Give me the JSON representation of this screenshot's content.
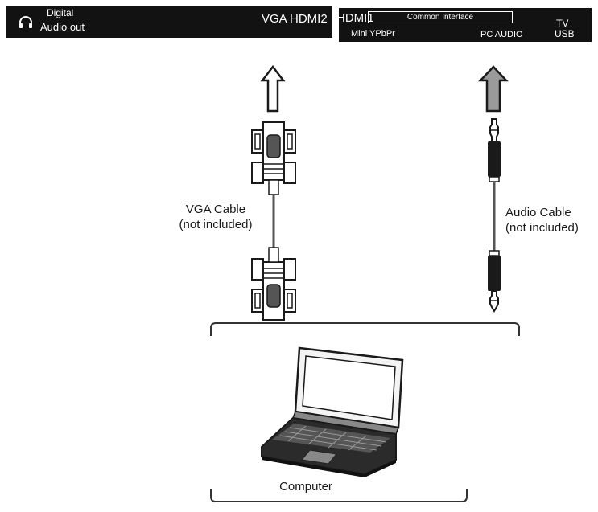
{
  "ports_panel_left": {
    "digital_audio_label": "Digital",
    "digital_audio_label_line2": "Audio out",
    "vga_label": "VGA",
    "hdmi2_label": "HDMI2",
    "hdmi1_label": "HDMI1",
    "headphone_icon": "headphone-icon"
  },
  "ports_panel_right": {
    "common_interface_label": "Common Interface",
    "mini_ypbpr_label": "Mini YPbPr",
    "pc_audio_label": "PC AUDIO",
    "tv_label": "TV",
    "usb_label": "USB"
  },
  "cables": {
    "vga_cable_line1": "VGA Cable",
    "vga_cable_line2": "(not included)",
    "audio_cable_line1": "Audio Cable",
    "audio_cable_line2": "(not included)"
  },
  "computer_label": "Computer",
  "colors": {
    "panel": "#121212",
    "line": "#333333",
    "audio_arrow_fill": "#9a9a9a"
  }
}
